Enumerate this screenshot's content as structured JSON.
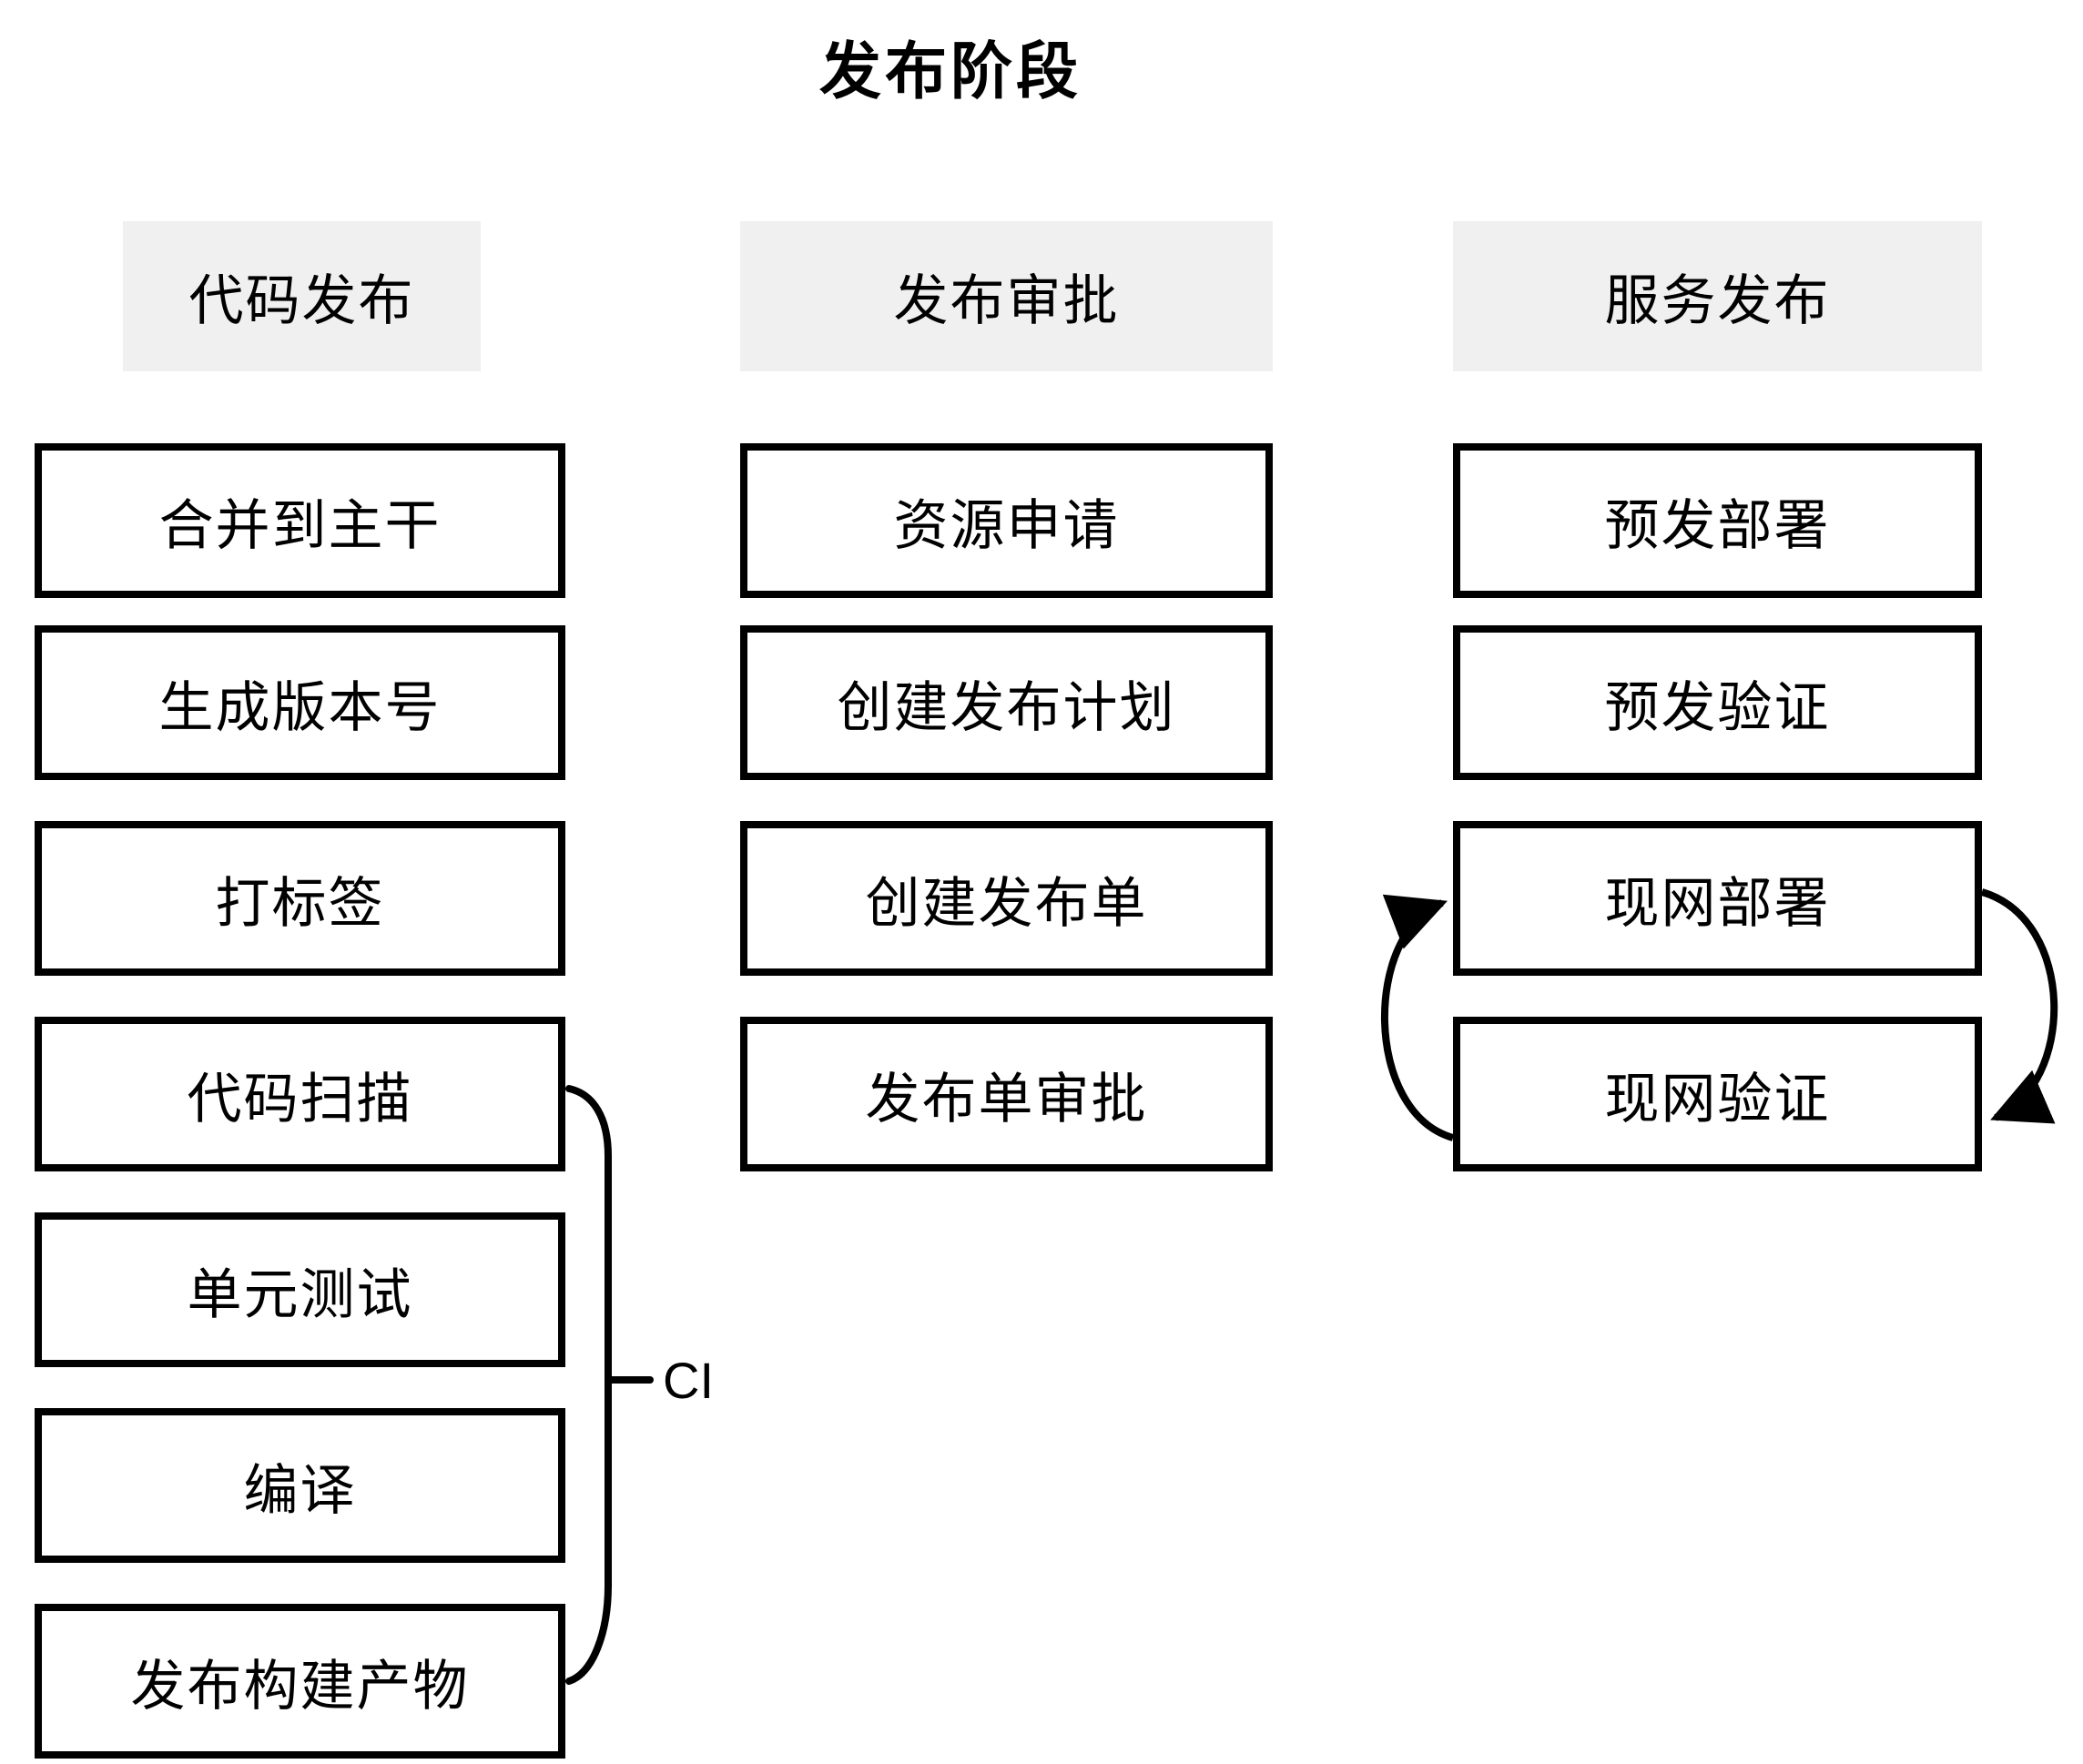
{
  "title": "发布阶段",
  "columns": [
    {
      "header": "代码发布",
      "items": [
        "合并到主干",
        "生成版本号",
        "打标签",
        "代码扫描",
        "单元测试",
        "编译",
        "发布构建产物"
      ]
    },
    {
      "header": "发布审批",
      "items": [
        "资源申请",
        "创建发布计划",
        "创建发布单",
        "发布单审批"
      ]
    },
    {
      "header": "服务发布",
      "items": [
        "预发部署",
        "预发验证",
        "现网部署",
        "现网验证"
      ]
    }
  ],
  "annotations": {
    "ci_group_label": "CI",
    "ci_group_members": [
      "代码扫描",
      "单元测试",
      "编译",
      "发布构建产物"
    ],
    "cycle_between": [
      "现网部署",
      "现网验证"
    ]
  },
  "colors": {
    "line": "#000000",
    "header_bg": "#f0f0f0",
    "box_bg": "#ffffff"
  }
}
